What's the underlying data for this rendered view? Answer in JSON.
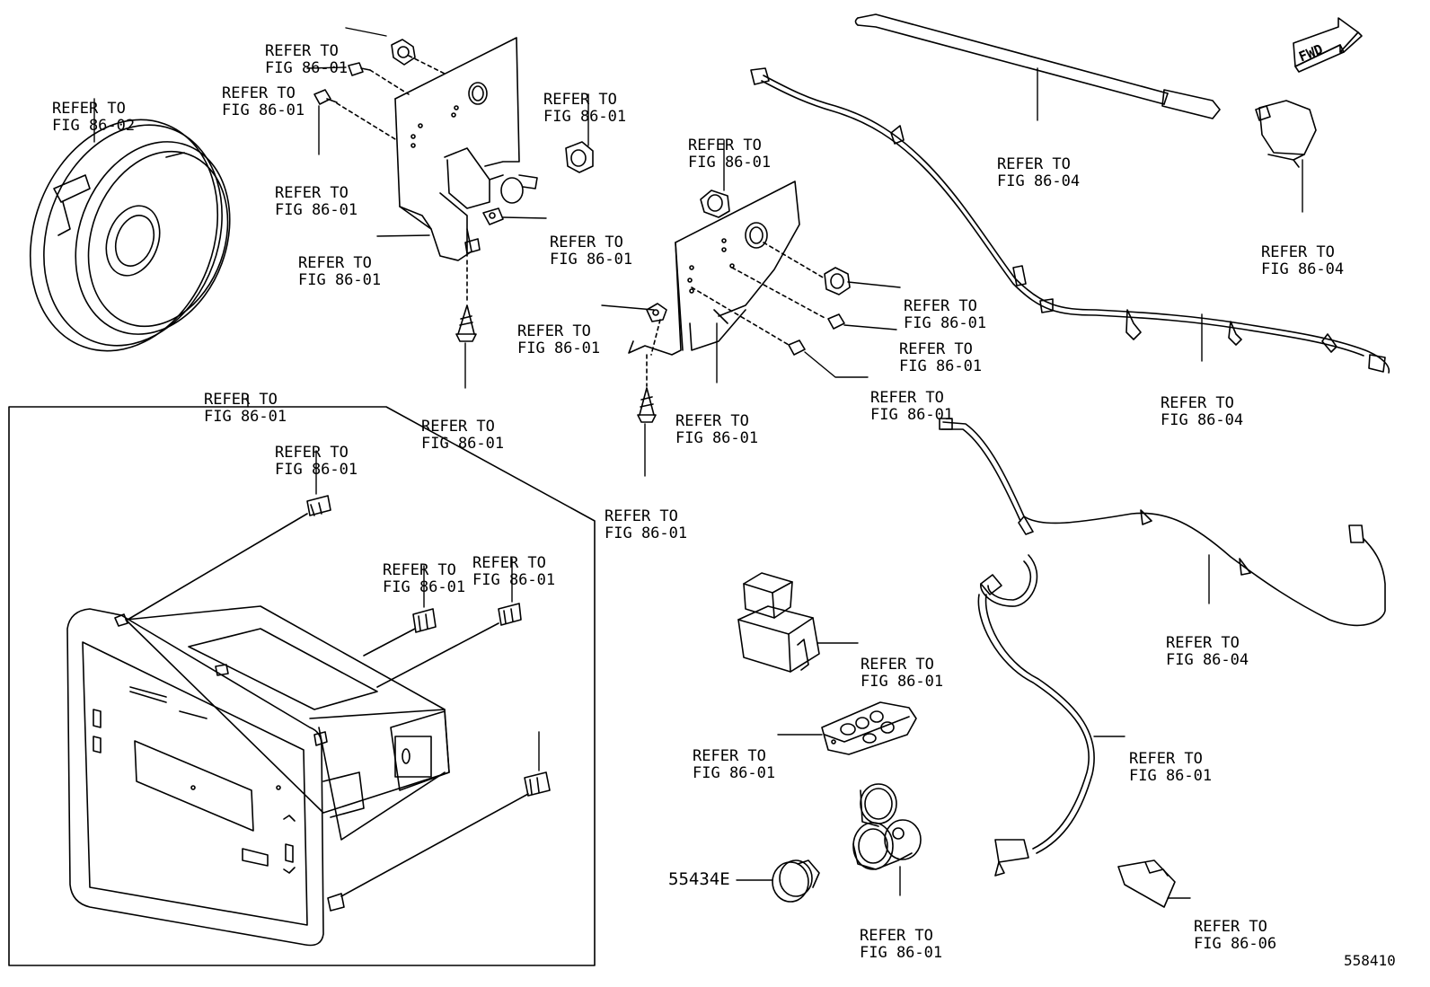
{
  "labels": [
    {
      "l1": "REFER TO",
      "l2": "FIG 86-02"
    },
    {
      "l1": "REFER TO",
      "l2": "FIG 86-01"
    },
    {
      "l1": "REFER TO",
      "l2": "FIG 86-01"
    },
    {
      "l1": "REFER TO",
      "l2": "FIG 86-01"
    },
    {
      "l1": "REFER TO",
      "l2": "FIG 86-01"
    },
    {
      "l1": "REFER TO",
      "l2": "FIG 86-01"
    },
    {
      "l1": "REFER TO",
      "l2": "FIG 86-01"
    },
    {
      "l1": "REFER TO",
      "l2": "FIG 86-01"
    },
    {
      "l1": "REFER TO",
      "l2": "FIG 86-01"
    },
    {
      "l1": "REFER TO",
      "l2": "FIG 86-01"
    },
    {
      "l1": "REFER TO",
      "l2": "FIG 86-01"
    },
    {
      "l1": "REFER TO",
      "l2": "FIG 86-01"
    },
    {
      "l1": "REFER TO",
      "l2": "FIG 86-01"
    },
    {
      "l1": "REFER TO",
      "l2": "FIG 86-01"
    },
    {
      "l1": "REFER TO",
      "l2": "FIG 86-01"
    },
    {
      "l1": "REFER TO",
      "l2": "FIG 86-01"
    },
    {
      "l1": "REFER TO",
      "l2": "FIG 86-01"
    },
    {
      "l1": "REFER TO",
      "l2": "FIG 86-01"
    },
    {
      "l1": "REFER TO",
      "l2": "FIG 86-01"
    },
    {
      "l1": "REFER TO",
      "l2": "FIG 86-04"
    },
    {
      "l1": "REFER TO",
      "l2": "FIG 86-04"
    },
    {
      "l1": "REFER TO",
      "l2": "FIG 86-04"
    },
    {
      "l1": "REFER TO",
      "l2": "FIG 86-04"
    },
    {
      "l1": "REFER TO",
      "l2": "FIG 86-01"
    },
    {
      "l1": "REFER TO",
      "l2": "FIG 86-01"
    },
    {
      "l1": "REFER TO",
      "l2": "FIG 86-01"
    },
    {
      "l1": "REFER TO",
      "l2": "FIG 86-01"
    },
    {
      "l1": "REFER TO",
      "l2": "FIG 86-06"
    }
  ],
  "part_number": "55434E",
  "fwd_marker": "FWD",
  "illustration_number": "558410"
}
